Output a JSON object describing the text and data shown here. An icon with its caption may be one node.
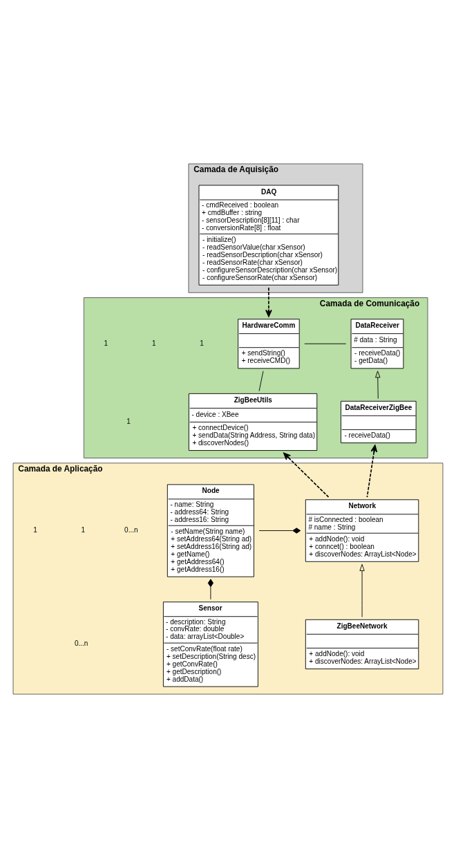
{
  "diagram": {
    "nodes": [
      {
        "text": [
          "Camada de Aquisição"
        ]
      },
      {
        "text": [
          "DAQ",
          "- cmdReceived : boolean",
          "+ cmdBuffer : string",
          "- sensorDescription[8][11] : char",
          "- conversionRate[8] : float",
          "- initialize()",
          "- readSensorValue(char xSensor)",
          "- readSensorDescription(char xSensor)",
          "- readSensorRate(char xSensor)",
          "- configureSensorDescription(char xSensor)",
          "- configureSensorRate(char xSensor)"
        ],
        "in": 0
      },
      {
        "text": [
          "Camada de Comunicação"
        ]
      },
      {
        "text": [
          "HardwareComm",
          "+ sendString()",
          "+ receiveCMD()"
        ],
        "in": 2
      },
      {
        "text": [
          "DataReceiver",
          "# data : String",
          "- receiveData()",
          "- getData()"
        ],
        "in": 2
      },
      {
        "text": [
          "ZigBeeUtils",
          "- device : XBee",
          "+ connectDevice()",
          "+ sendData(String Address, String data)",
          "+ discoverNodes()"
        ],
        "in": 2
      },
      {
        "text": [
          "DataReceiverZigBee",
          "- receiveData()"
        ],
        "in": 2
      },
      {
        "text": [
          "Camada de Aplicação"
        ]
      },
      {
        "text": [
          "Node",
          "- name: String",
          "- address64: String",
          "- address16: String",
          "- setName(String name)",
          "+ setAddress64(String ad)",
          "+ setAddress16(String ad)",
          "+ getName()",
          "+ getAddress64()",
          "+ getAddress16()"
        ],
        "in": 7
      },
      {
        "text": [
          "Network",
          "# isConnected : boolean",
          "# name : String",
          "+ addNode(): void",
          "+ conncet() : boolean",
          "+ discoverNodes: ArrayList<Node>"
        ],
        "in": 7
      },
      {
        "text": [
          "Sensor",
          "- description: String",
          "- convRate: double",
          "- data: arrayList<Double>",
          "- setConvRate(float rate)",
          "+ setDescription(String desc)",
          "+ getConvRate()",
          "+ getDescription()",
          "+ addData()"
        ],
        "in": 7
      },
      {
        "text": [
          "ZigBeeNetwork",
          "+ addNode(): void",
          "+ discoverNodes: ArrayList<Node>"
        ],
        "in": 7
      }
    ],
    "edges": [
      {
        "from": 1,
        "to": 3,
        "arrow": "to",
        "style": "dashed"
      },
      {
        "from": 3,
        "to": 4,
        "arrow": "none"
      },
      {
        "from": 3,
        "to": 5,
        "arrow": "none"
      },
      {
        "from": 6,
        "to": 4,
        "arrow": "to"
      },
      {
        "from": 9,
        "to": 5,
        "arrow": "to",
        "style": "dashed"
      },
      {
        "from": 9,
        "to": 6,
        "arrow": "to",
        "style": "dashed"
      },
      {
        "from": 8,
        "to": 9,
        "arrow": "other"
      },
      {
        "from": 10,
        "to": 8,
        "arrow": "other"
      },
      {
        "from": 11,
        "to": 9,
        "arrow": "to"
      }
    ],
    "labels": [
      "1",
      "1",
      "1",
      "1",
      "0...n",
      "1",
      "1",
      "0...n"
    ]
  }
}
